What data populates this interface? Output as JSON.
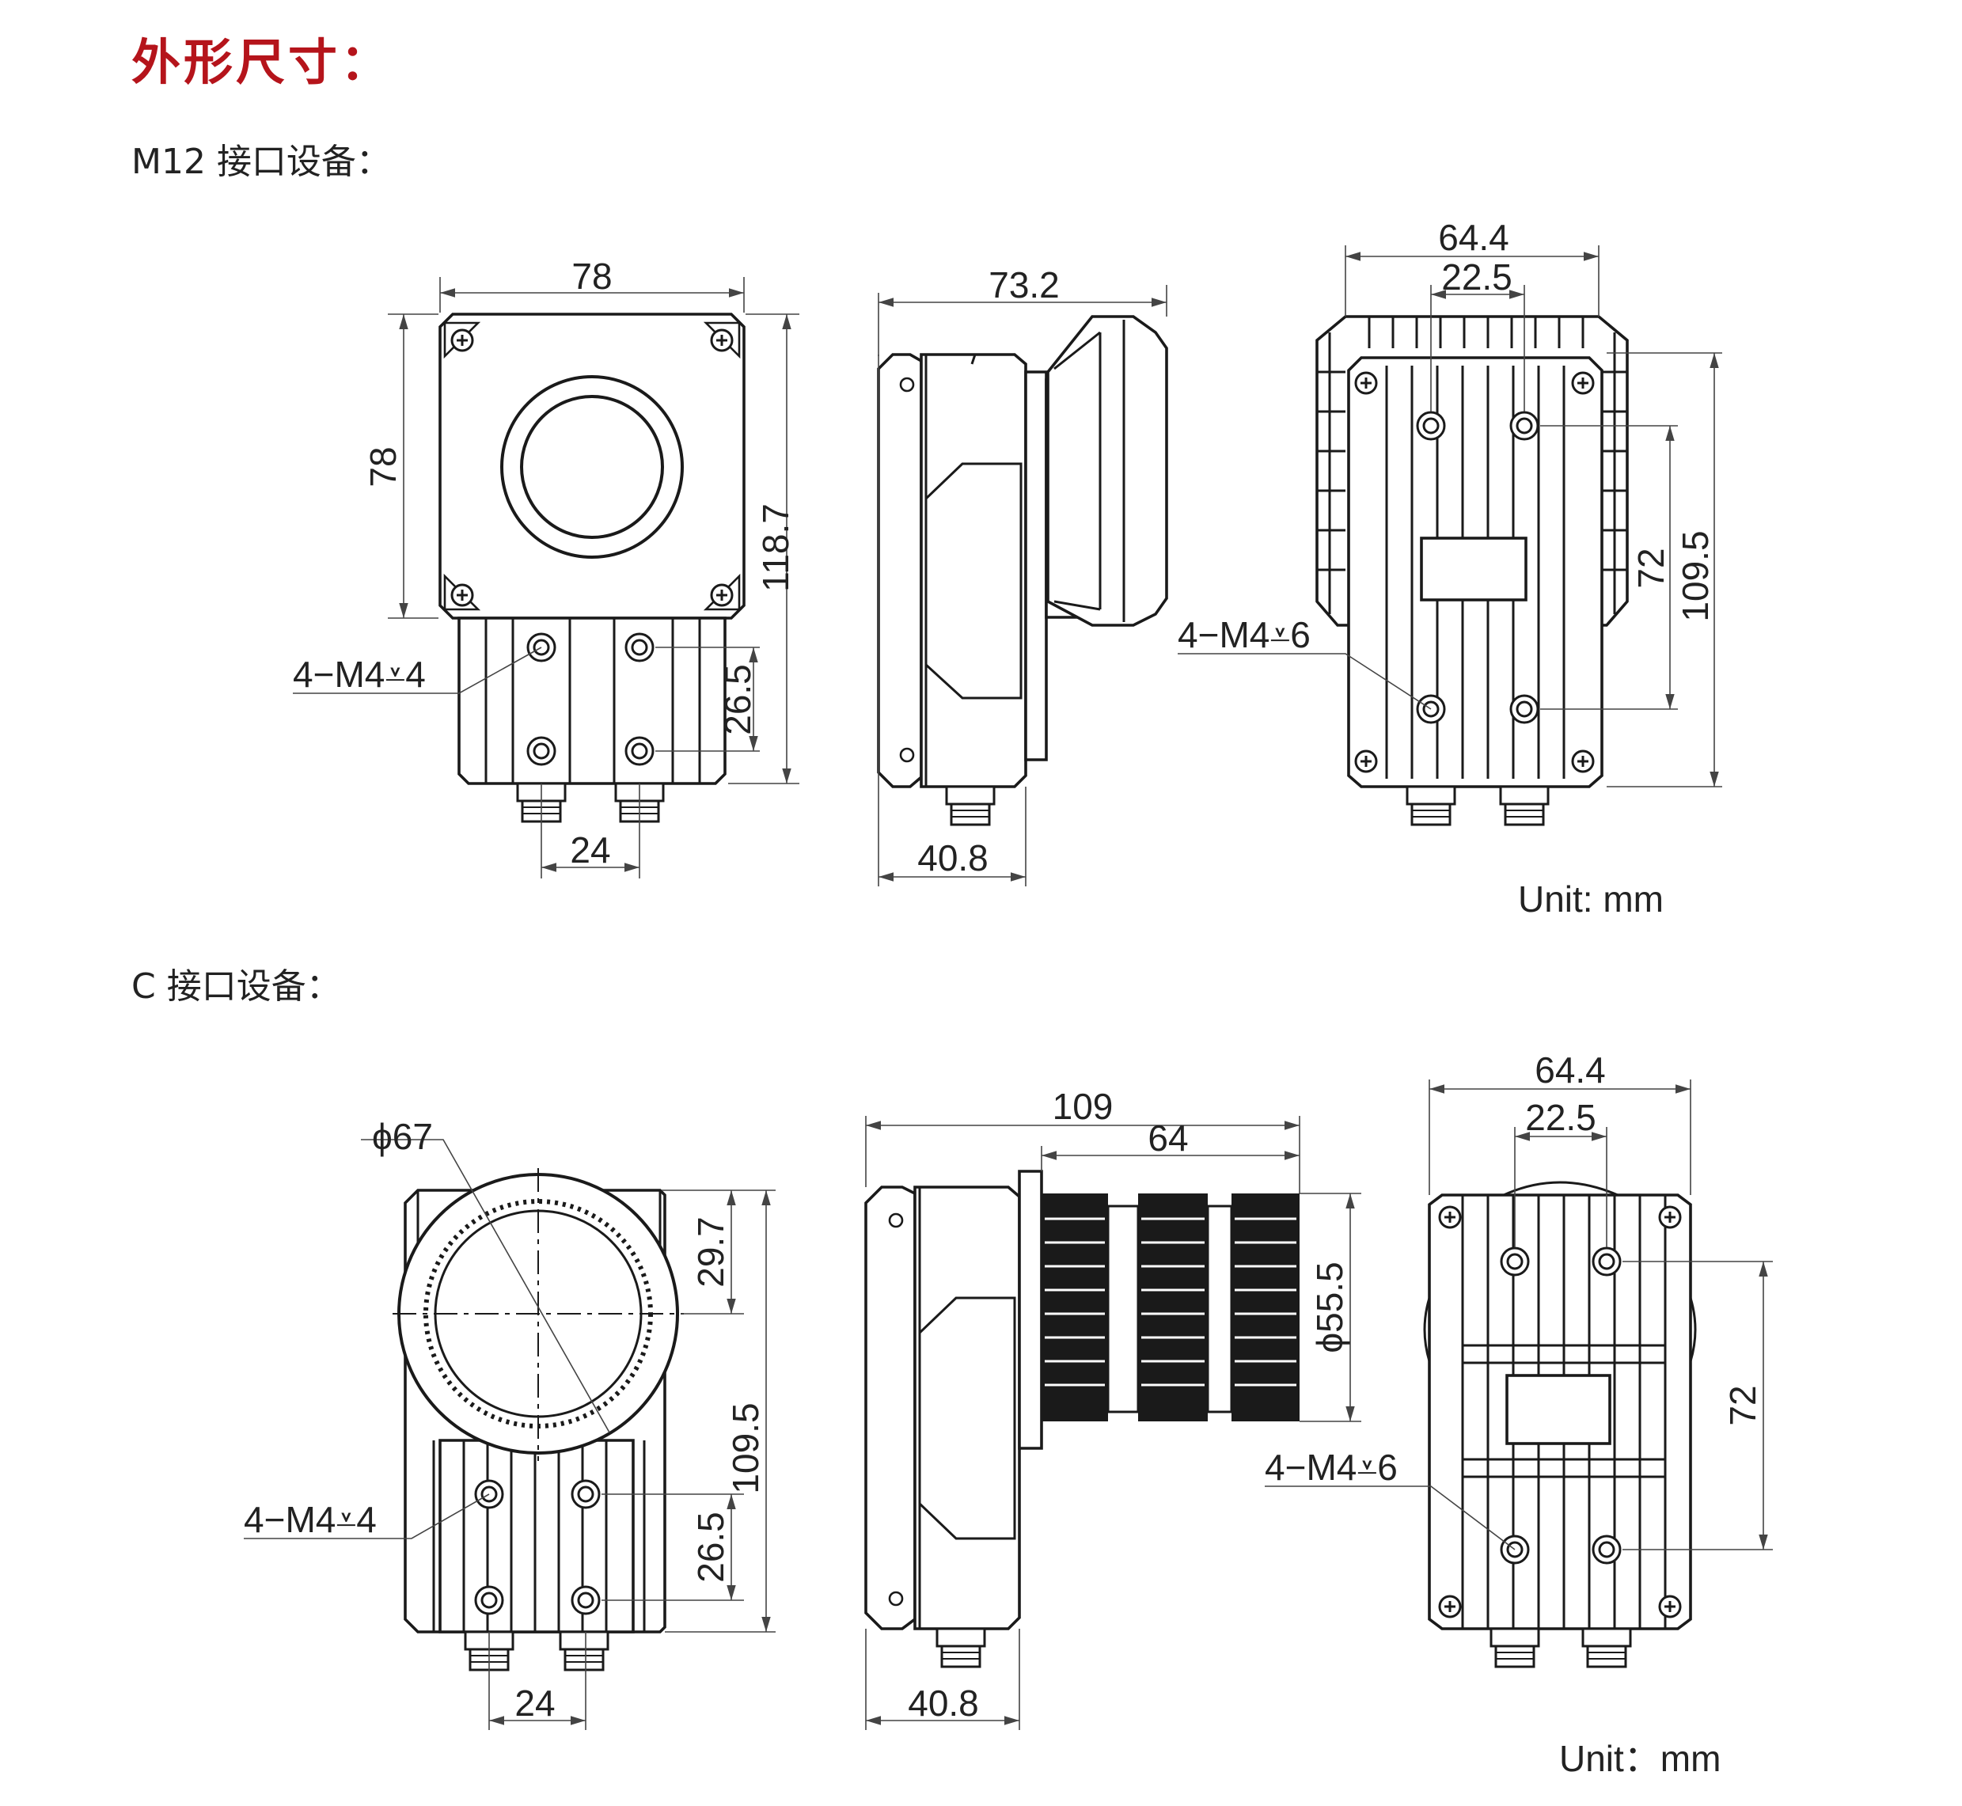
{
  "page": {
    "title": "外形尺寸：",
    "section_m12": "M12 接口设备：",
    "section_c": "C 接口设备："
  },
  "m12": {
    "front": {
      "width": "78",
      "height": "78",
      "total_height": "118.7",
      "hole_spacing_v": "26.5",
      "hole_spacing_h": "24",
      "holes": "4−M4⩡4"
    },
    "side": {
      "depth": "73.2",
      "body_depth": "40.8"
    },
    "back": {
      "width": "64.4",
      "hole_spacing_h": "22.5",
      "hole_spacing_v": "72",
      "height": "109.5",
      "holes": "4−M4⩡6"
    },
    "unit": "Unit: mm"
  },
  "c": {
    "front": {
      "lens_dia": "ϕ67",
      "top_offset": "29.7",
      "height": "109.5",
      "hole_spacing_v": "26.5",
      "hole_spacing_h": "24",
      "holes": "4−M4⩡4"
    },
    "side": {
      "depth": "109",
      "lens_len": "64",
      "lens_dia": "ϕ55.5",
      "body_depth": "40.8"
    },
    "back": {
      "width": "64.4",
      "hole_spacing_h": "22.5",
      "hole_spacing_v": "72",
      "holes": "4−M4⩡6"
    },
    "unit": "Unit：mm"
  }
}
